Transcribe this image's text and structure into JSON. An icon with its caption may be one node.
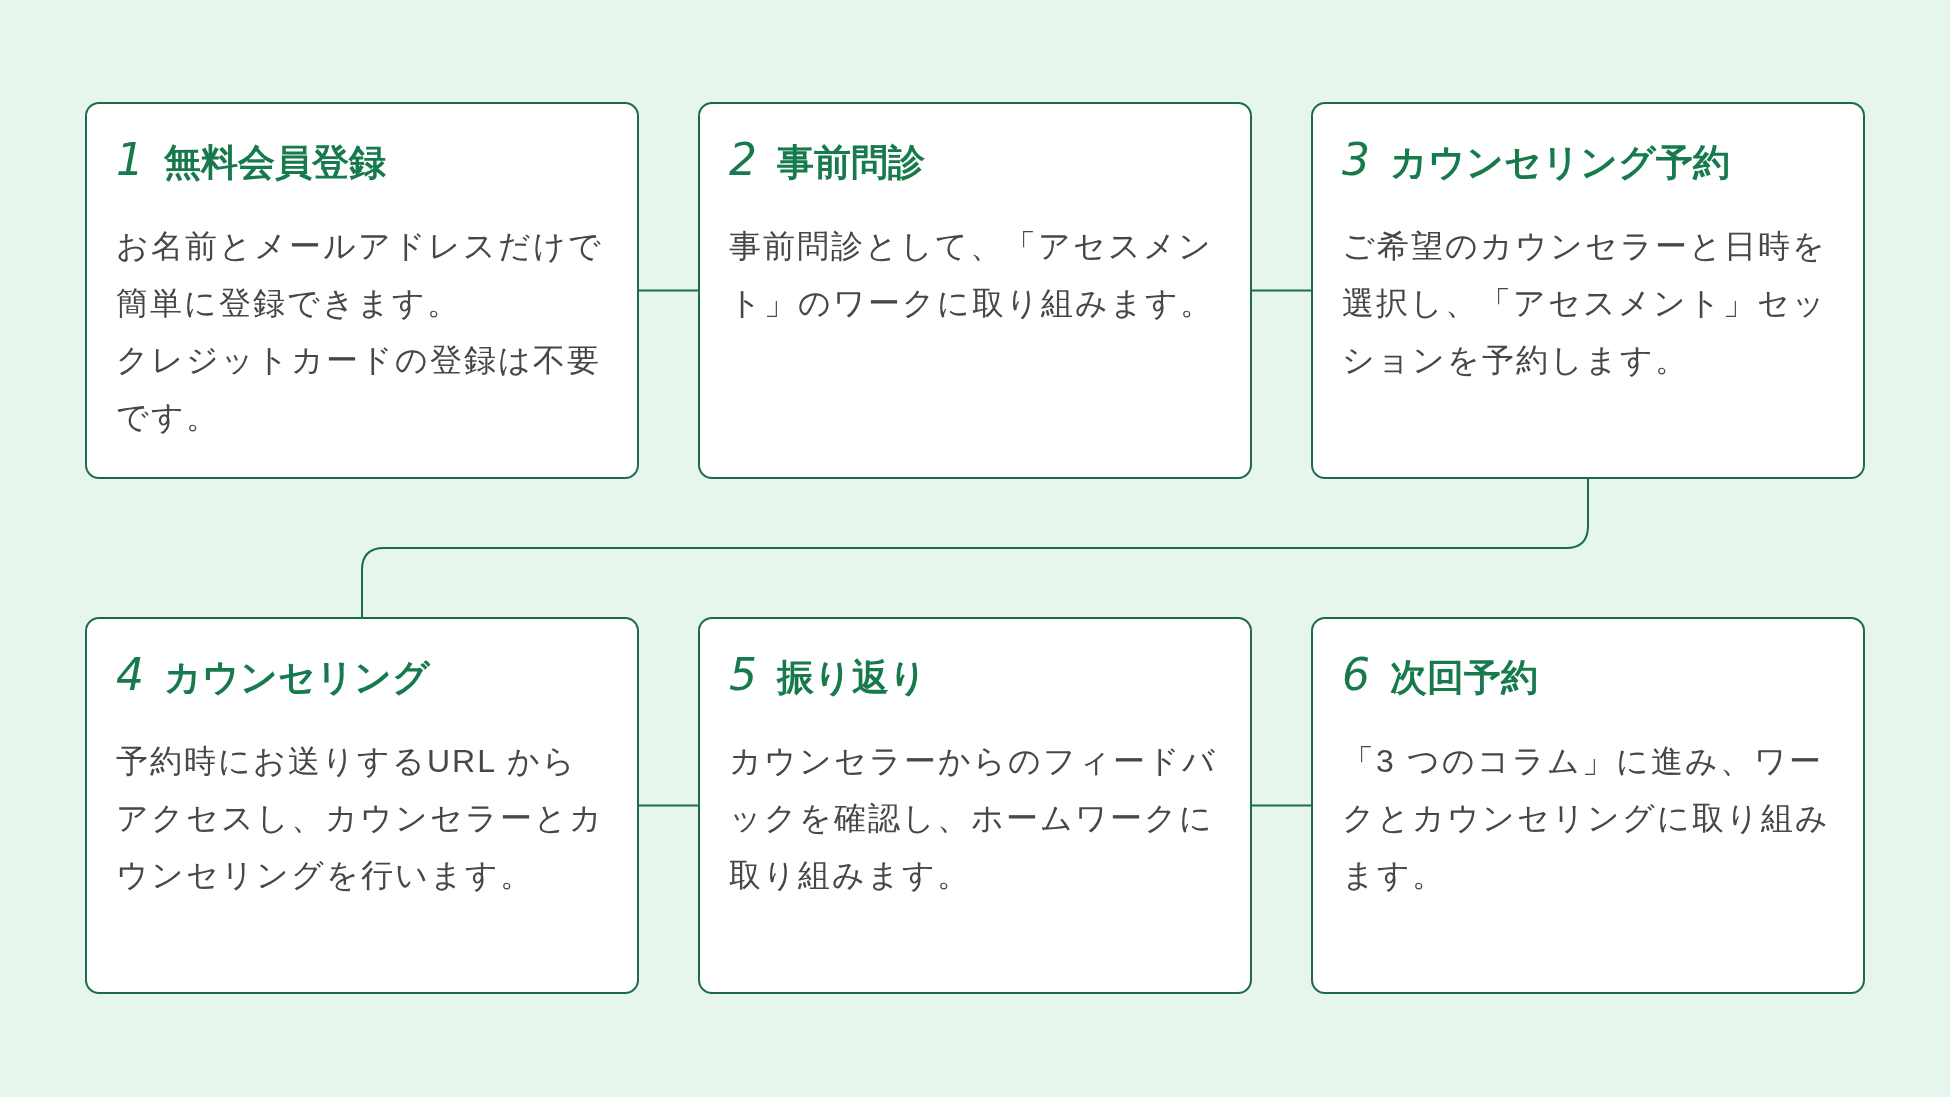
{
  "diagram": {
    "nodes": [
      {
        "text": [
          "1",
          "無料会員登録",
          "お名前とメールアドレスだけで簡単に登録できます。",
          "クレジットカードの登録は不要です。"
        ]
      },
      {
        "text": [
          "2",
          "事前問診",
          "事前問診として、「アセスメント」のワークに取り組みます。"
        ]
      },
      {
        "text": [
          "3",
          "カウンセリング予約",
          "ご希望のカウンセラーと日時を選択し、「アセスメント」セッションを予約します。"
        ]
      },
      {
        "text": [
          "4",
          "カウンセリング",
          "予約時にお送りするURL からアクセスし、カウンセラーとカウンセリングを行います。"
        ]
      },
      {
        "text": [
          "5",
          "振り返り",
          "カウンセラーからのフィードバックを確認し、ホームワークに取り組みます。"
        ]
      },
      {
        "text": [
          "6",
          "次回予約",
          "「3 つのコラム」に進み、ワークとカウンセリングに取り組みます。"
        ]
      }
    ],
    "edges": [
      {
        "from": 0,
        "to": 1,
        "arrow": "none"
      },
      {
        "from": 1,
        "to": 2,
        "arrow": "none"
      },
      {
        "from": 2,
        "to": 3,
        "arrow": "none"
      },
      {
        "from": 3,
        "to": 4,
        "arrow": "none"
      },
      {
        "from": 4,
        "to": 5,
        "arrow": "none"
      }
    ]
  }
}
